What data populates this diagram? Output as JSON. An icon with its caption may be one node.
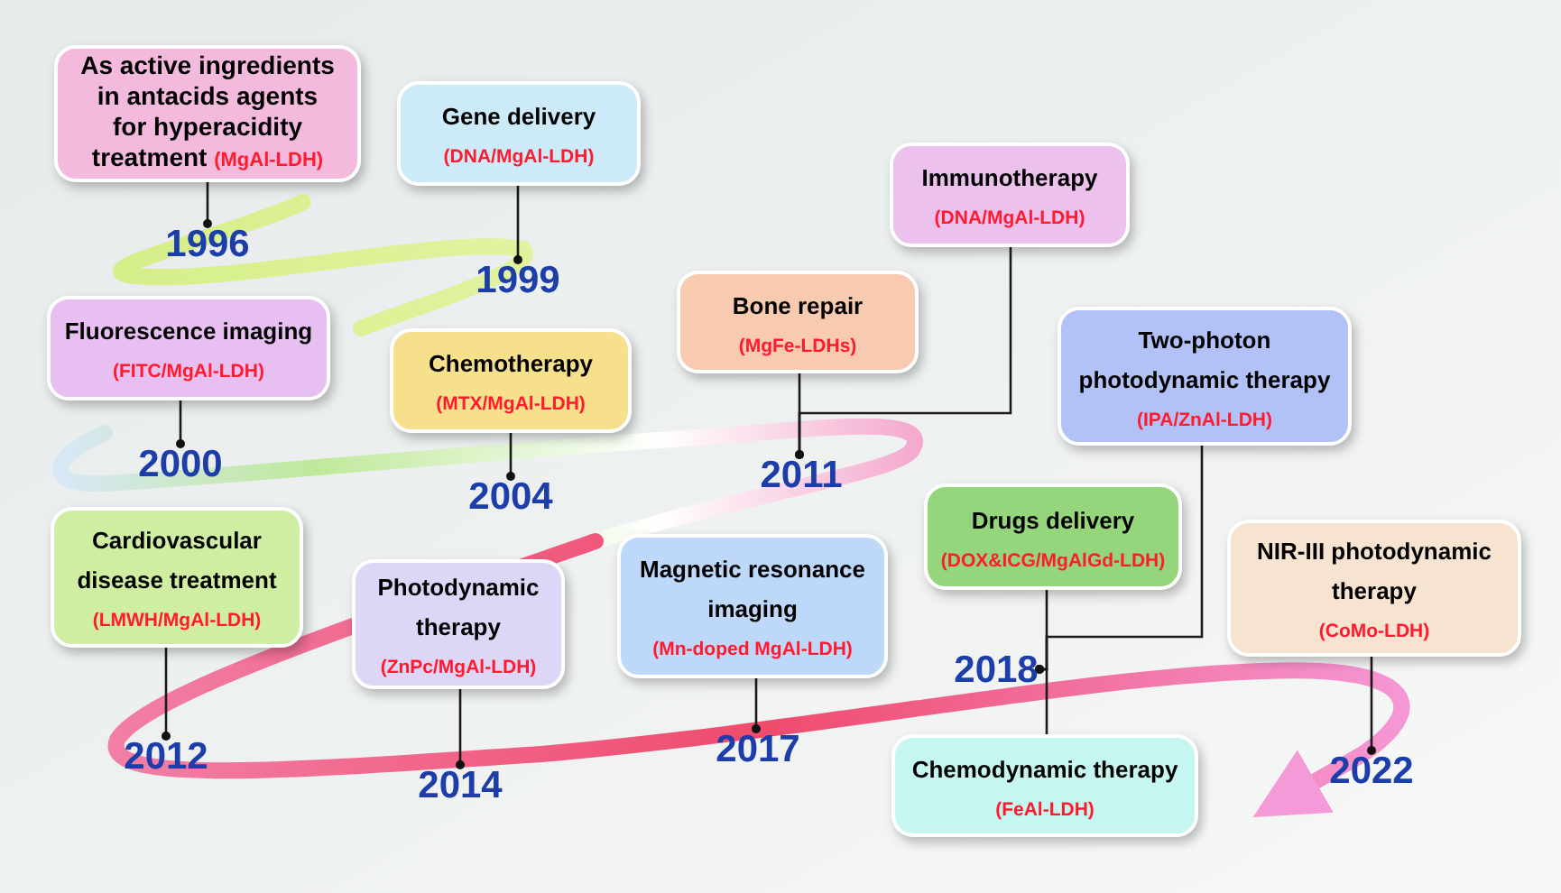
{
  "diagram": {
    "nodes": [
      {
        "text": [
          "As active ingredients in antacids agents for hyperacidity treatment",
          "(MgAl-LDH)"
        ]
      },
      {
        "text": [
          "Gene delivery",
          "(DNA/MgAl-LDH)"
        ]
      },
      {
        "text": [
          "Fluorescence imaging",
          "(FITC/MgAl-LDH)"
        ]
      },
      {
        "text": [
          "Chemotherapy",
          "(MTX/MgAl-LDH)"
        ]
      },
      {
        "text": [
          "Bone repair",
          "(MgFe-LDHs)"
        ]
      },
      {
        "text": [
          "Immunotherapy",
          "(DNA/MgAl-LDH)"
        ]
      },
      {
        "text": [
          "Two-photon photodynamic therapy",
          "(IPA/ZnAl-LDH)"
        ]
      },
      {
        "text": [
          "Cardiovascular disease treatment",
          "(LMWH/MgAl-LDH)"
        ]
      },
      {
        "text": [
          "Photodynamic therapy",
          "(ZnPc/MgAl-LDH)"
        ]
      },
      {
        "text": [
          "Magnetic resonance imaging",
          "(Mn-doped MgAl-LDH)"
        ]
      },
      {
        "text": [
          "Drugs delivery",
          "(DOX&ICG/MgAlGd-LDH)"
        ]
      },
      {
        "text": [
          "NIR-III photodynamic therapy",
          "(CoMo-LDH)"
        ]
      },
      {
        "text": [
          "Chemodynamic therapy",
          "(FeAl-LDH)"
        ]
      },
      {
        "text": [
          "1996"
        ]
      },
      {
        "text": [
          "1999"
        ]
      },
      {
        "text": [
          "2000"
        ]
      },
      {
        "text": [
          "2004"
        ]
      },
      {
        "text": [
          "2011"
        ]
      },
      {
        "text": [
          "2012"
        ]
      },
      {
        "text": [
          "2014"
        ]
      },
      {
        "text": [
          "2017"
        ]
      },
      {
        "text": [
          "2018"
        ]
      },
      {
        "text": [
          "2022"
        ]
      }
    ],
    "edges": [
      {
        "from": 0,
        "to": 13,
        "arrow": "other"
      },
      {
        "from": 1,
        "to": 14,
        "arrow": "other"
      },
      {
        "from": 2,
        "to": 15,
        "arrow": "other"
      },
      {
        "from": 3,
        "to": 16,
        "arrow": "other"
      },
      {
        "from": 4,
        "to": 17,
        "arrow": "other"
      },
      {
        "from": 5,
        "to": 17,
        "arrow": "other"
      },
      {
        "from": 7,
        "to": 18,
        "arrow": "other"
      },
      {
        "from": 8,
        "to": 19,
        "arrow": "other"
      },
      {
        "from": 9,
        "to": 20,
        "arrow": "other"
      },
      {
        "from": 10,
        "to": 21,
        "arrow": "other"
      },
      {
        "from": 6,
        "to": 21,
        "arrow": "other"
      },
      {
        "from": 12,
        "to": 21,
        "arrow": "other"
      },
      {
        "from": 11,
        "to": 22,
        "arrow": "other"
      }
    ]
  }
}
